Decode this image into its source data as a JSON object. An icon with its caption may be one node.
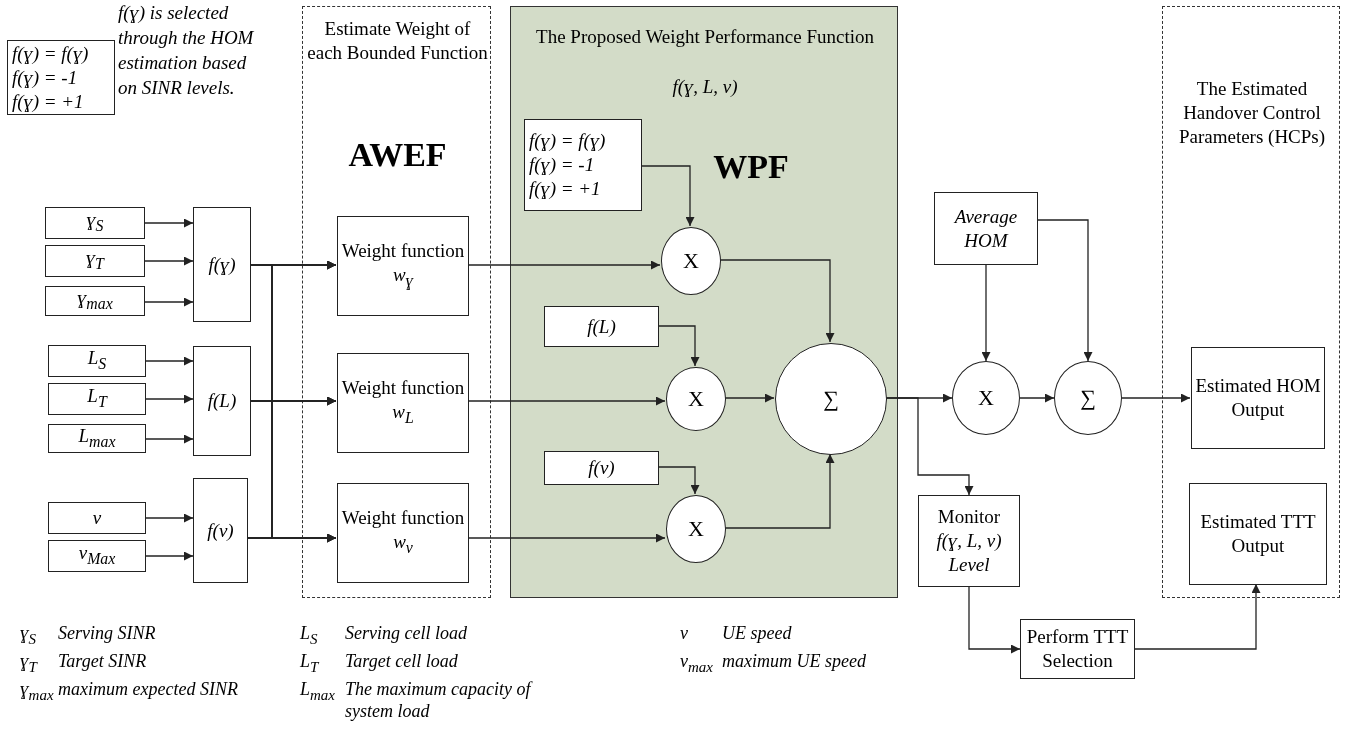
{
  "diagram": {
    "nodes": [
      {
        "text": [
          "f(ɣ) = f(ɣ)",
          "f(ɣ) = -1",
          "f(ɣ) = +1"
        ],
        "beside": [
          "f(ɣ) is selected through the HOM estimation based on SINR levels."
        ]
      },
      {
        "text": [
          "ɣ$_{S}$"
        ]
      },
      {
        "text": [
          "ɣ$_{T}$"
        ]
      },
      {
        "text": [
          "ɣ$_{max}$"
        ]
      },
      {
        "text": [
          "f(ɣ)"
        ]
      },
      {
        "text": [
          "L$_{S}$"
        ]
      },
      {
        "text": [
          "L$_{T}$"
        ]
      },
      {
        "text": [
          "L$_{max}$"
        ]
      },
      {
        "text": [
          "f(L)"
        ]
      },
      {
        "text": [
          "ν"
        ]
      },
      {
        "text": [
          "ν$_{Max}$"
        ]
      },
      {
        "text": [
          "f(ν)"
        ]
      },
      {
        "text": [
          "Estimate Weight of each Bounded Function",
          "AWEF"
        ]
      },
      {
        "text": [
          "Weight function",
          "w$_{ɣ}$"
        ],
        "in": 12
      },
      {
        "text": [
          "Weight function",
          "w$_{L}$"
        ],
        "in": 12
      },
      {
        "text": [
          "Weight function",
          "w$_{ν}$"
        ],
        "in": 12
      },
      {
        "text": [
          "The Proposed Weight Performance Function",
          "f(ɣ, L, ν)",
          "WPF"
        ]
      },
      {
        "text": [
          "f(ɣ) = f(ɣ)",
          "f(ɣ) = -1",
          "f(ɣ) = +1"
        ],
        "in": 16
      },
      {
        "text": [
          "X"
        ],
        "in": 16
      },
      {
        "text": [
          "f(L)"
        ],
        "in": 16
      },
      {
        "text": [
          "X"
        ],
        "in": 16
      },
      {
        "text": [
          "f(ν)"
        ],
        "in": 16
      },
      {
        "text": [
          "X"
        ],
        "in": 16
      },
      {
        "text": [
          "∑"
        ],
        "in": 16
      },
      {
        "text": [
          "Average HOM"
        ]
      },
      {
        "text": [
          "X"
        ]
      },
      {
        "text": [
          "∑"
        ]
      },
      {
        "text": [
          "Monitor",
          "f(ɣ, L, ν)",
          "Level"
        ]
      },
      {
        "text": [
          "Perform TTT Selection"
        ]
      },
      {
        "text": [
          "The Estimated Handover Control Parameters (HCPs)"
        ]
      },
      {
        "text": [
          "Estimated HOM Output"
        ],
        "in": 29
      },
      {
        "text": [
          "Estimated TTT Output"
        ],
        "in": 29
      }
    ],
    "edges": [
      {
        "from": 1,
        "to": 4,
        "arrow": "to"
      },
      {
        "from": 2,
        "to": 4,
        "arrow": "to"
      },
      {
        "from": 3,
        "to": 4,
        "arrow": "to"
      },
      {
        "from": 5,
        "to": 8,
        "arrow": "to"
      },
      {
        "from": 6,
        "to": 8,
        "arrow": "to"
      },
      {
        "from": 7,
        "to": 8,
        "arrow": "to"
      },
      {
        "from": 9,
        "to": 11,
        "arrow": "to"
      },
      {
        "from": 10,
        "to": 11,
        "arrow": "to"
      },
      {
        "from": 4,
        "to": 13,
        "arrow": "to"
      },
      {
        "from": 4,
        "to": 14,
        "arrow": "to"
      },
      {
        "from": 4,
        "to": 15,
        "arrow": "to"
      },
      {
        "from": 8,
        "to": 13,
        "arrow": "to"
      },
      {
        "from": 8,
        "to": 14,
        "arrow": "to"
      },
      {
        "from": 8,
        "to": 15,
        "arrow": "to"
      },
      {
        "from": 11,
        "to": 13,
        "arrow": "to"
      },
      {
        "from": 11,
        "to": 14,
        "arrow": "to"
      },
      {
        "from": 11,
        "to": 15,
        "arrow": "to"
      },
      {
        "from": 13,
        "to": 18,
        "arrow": "to"
      },
      {
        "from": 17,
        "to": 18,
        "arrow": "to"
      },
      {
        "from": 14,
        "to": 20,
        "arrow": "to"
      },
      {
        "from": 19,
        "to": 20,
        "arrow": "to"
      },
      {
        "from": 15,
        "to": 22,
        "arrow": "to"
      },
      {
        "from": 21,
        "to": 22,
        "arrow": "to"
      },
      {
        "from": 18,
        "to": 23,
        "arrow": "to"
      },
      {
        "from": 20,
        "to": 23,
        "arrow": "to"
      },
      {
        "from": 22,
        "to": 23,
        "arrow": "to"
      },
      {
        "from": 23,
        "to": 25,
        "arrow": "to"
      },
      {
        "from": 23,
        "to": 27,
        "arrow": "to"
      },
      {
        "from": 24,
        "to": 25,
        "arrow": "to"
      },
      {
        "from": 24,
        "to": 26,
        "arrow": "to"
      },
      {
        "from": 25,
        "to": 26,
        "arrow": "to"
      },
      {
        "from": 26,
        "to": 30,
        "arrow": "to"
      },
      {
        "from": 27,
        "to": 28,
        "arrow": "to"
      },
      {
        "from": 28,
        "to": 31,
        "arrow": "to"
      }
    ],
    "labels": [
      "ɣ$_{S}$",
      "Serving SINR",
      "ɣ$_{T}$",
      "Target SINR",
      "ɣ$_{max}$",
      "maximum expected SINR",
      "L$_{S}$",
      "Serving cell load",
      "L$_{T}$",
      "Target cell load",
      "L$_{max}$",
      "The maximum capacity of system load",
      "ν",
      "UE speed",
      "ν$_{max}$",
      "maximum UE speed"
    ]
  }
}
